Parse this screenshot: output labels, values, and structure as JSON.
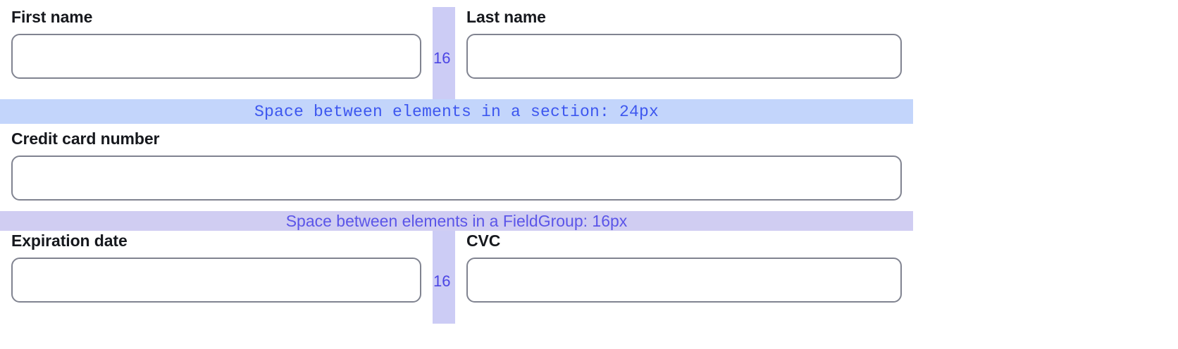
{
  "form": {
    "rows": [
      {
        "kind": "two-column",
        "gap_label": "16",
        "fields": [
          {
            "label": "First name",
            "value": "",
            "placeholder": ""
          },
          {
            "label": "Last name",
            "value": "",
            "placeholder": ""
          }
        ]
      },
      {
        "kind": "single-column",
        "fields": [
          {
            "label": "Credit card number",
            "value": "",
            "placeholder": ""
          }
        ]
      },
      {
        "kind": "two-column",
        "gap_label": "16",
        "fields": [
          {
            "label": "Expiration date",
            "value": "",
            "placeholder": ""
          },
          {
            "label": "CVC",
            "value": "",
            "placeholder": ""
          }
        ]
      }
    ]
  },
  "annotations": {
    "section_band": {
      "text": "Space between elements in a section: 24px",
      "value": "24px",
      "background": "#c3d5fb",
      "text_color": "#3d57ef"
    },
    "fieldgroup_band": {
      "text": "Space between elements in a FieldGroup: 16px",
      "value": "16px",
      "background": "#d0cdf2",
      "text_color": "#5b55e8"
    },
    "gap_strip": {
      "value": "16",
      "background": "#ccccf5",
      "text_color": "#4b45e4"
    }
  },
  "theme": {
    "page_background": "#ffffff",
    "input_border": "#808390",
    "label_color": "#16181d"
  }
}
